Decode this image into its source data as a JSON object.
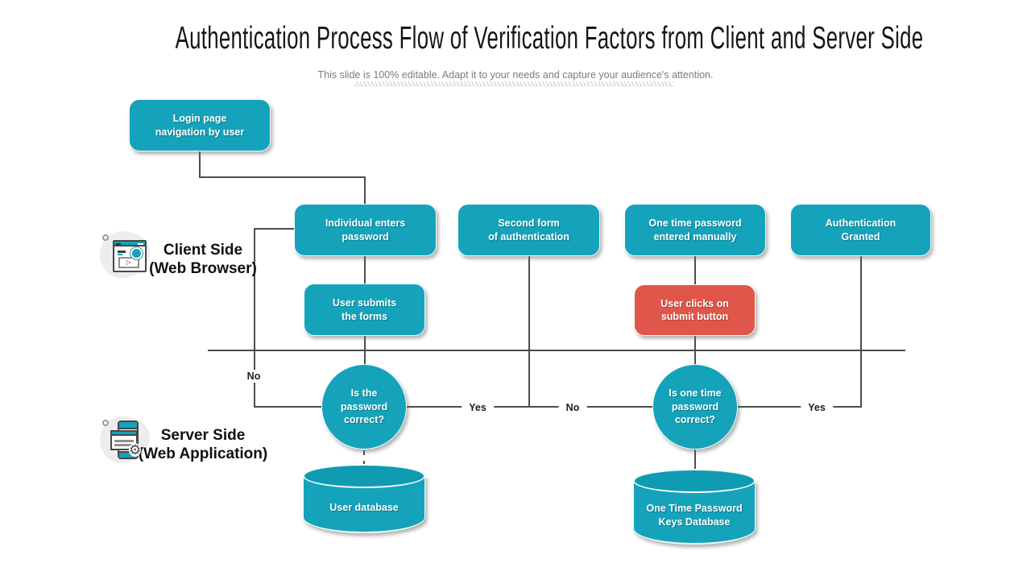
{
  "title": "Authentication Process Flow of Verification Factors from Client and Server Side",
  "subtitle": "This slide is 100% editable. Adapt it to your needs and capture your audience's attention.",
  "lanes": {
    "client": {
      "name": "Client Side",
      "sub": "(Web Browser)",
      "icon": "browser-window-icon"
    },
    "server": {
      "name": "Server Side",
      "sub": "(Web Application)",
      "icon": "mobile-app-gear-icon"
    }
  },
  "nodes": {
    "login_page": {
      "label": "Login page\nnavigation by user",
      "type": "process"
    },
    "enter_password": {
      "label": "Individual enters\npassword",
      "type": "process"
    },
    "second_form": {
      "label": "Second form\nof authentication",
      "type": "process"
    },
    "otp_entered": {
      "label": "One time password\nentered manually",
      "type": "process"
    },
    "auth_granted": {
      "label": "Authentication\nGranted",
      "type": "process"
    },
    "submit_forms": {
      "label": "User submits\nthe forms",
      "type": "process"
    },
    "click_submit": {
      "label": "User clicks on\nsubmit button",
      "type": "highlight"
    },
    "is_password_correct": {
      "label": "Is the\npassword\ncorrect?",
      "type": "decision"
    },
    "is_otp_correct": {
      "label": "Is one time\npassword\ncorrect?",
      "type": "decision"
    },
    "user_database": {
      "label": "User database",
      "type": "database"
    },
    "otp_database": {
      "label": "One Time Password\nKeys Database",
      "type": "database"
    }
  },
  "edge_labels": {
    "password_no": "No",
    "password_yes": "Yes",
    "otp_no": "No",
    "otp_yes": "Yes"
  },
  "colors": {
    "teal": "#14a3ba",
    "red": "#e0564a",
    "line": "#4d4d4d"
  }
}
